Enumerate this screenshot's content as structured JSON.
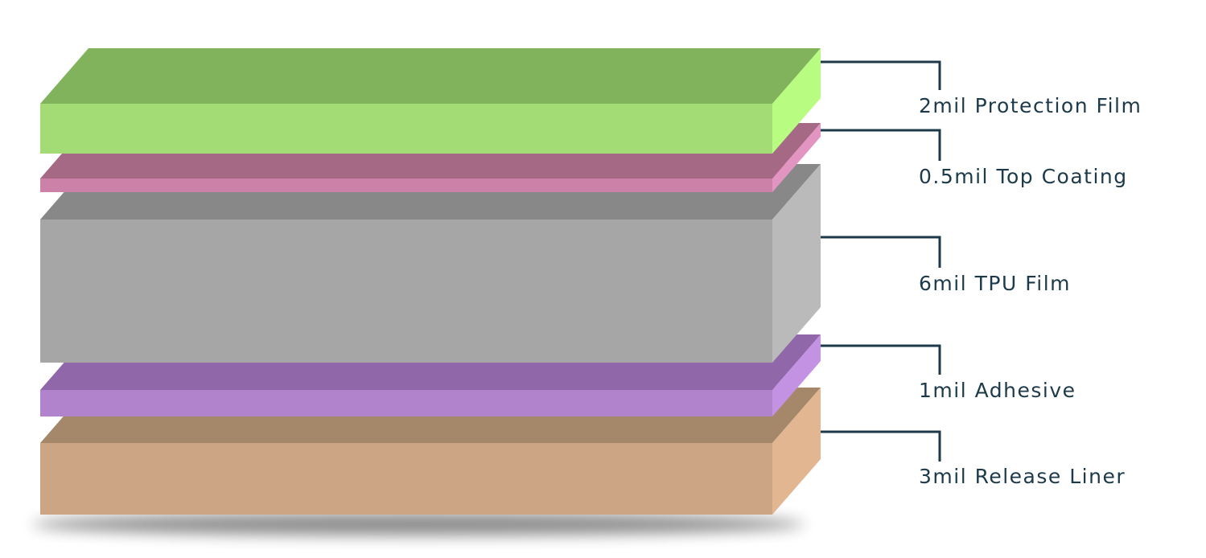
{
  "diagram": {
    "label_color": "#1d3a4a",
    "leader_color": "#1d3a4a",
    "layers": [
      {
        "name": "protection-film",
        "label": "2mil Protection Film",
        "colors": {
          "top": "#80b35c",
          "front": "#a3dc75",
          "side": "#b8fc82"
        }
      },
      {
        "name": "top-coating",
        "label": "0.5mil Top Coating",
        "colors": {
          "top": "#a56885",
          "front": "#cc82a8",
          "side": "#e395c2"
        }
      },
      {
        "name": "tpu-film",
        "label": "6mil TPU Film",
        "colors": {
          "top": "#888888",
          "front": "#a6a6a6",
          "side": "#bababa"
        }
      },
      {
        "name": "adhesive",
        "label": "1mil Adhesive",
        "colors": {
          "top": "#9067a8",
          "front": "#b083cc",
          "side": "#c492e3"
        }
      },
      {
        "name": "release-liner",
        "label": "3mil Release Liner",
        "colors": {
          "top": "#a58769",
          "front": "#cca584",
          "side": "#e3b692"
        }
      }
    ]
  }
}
